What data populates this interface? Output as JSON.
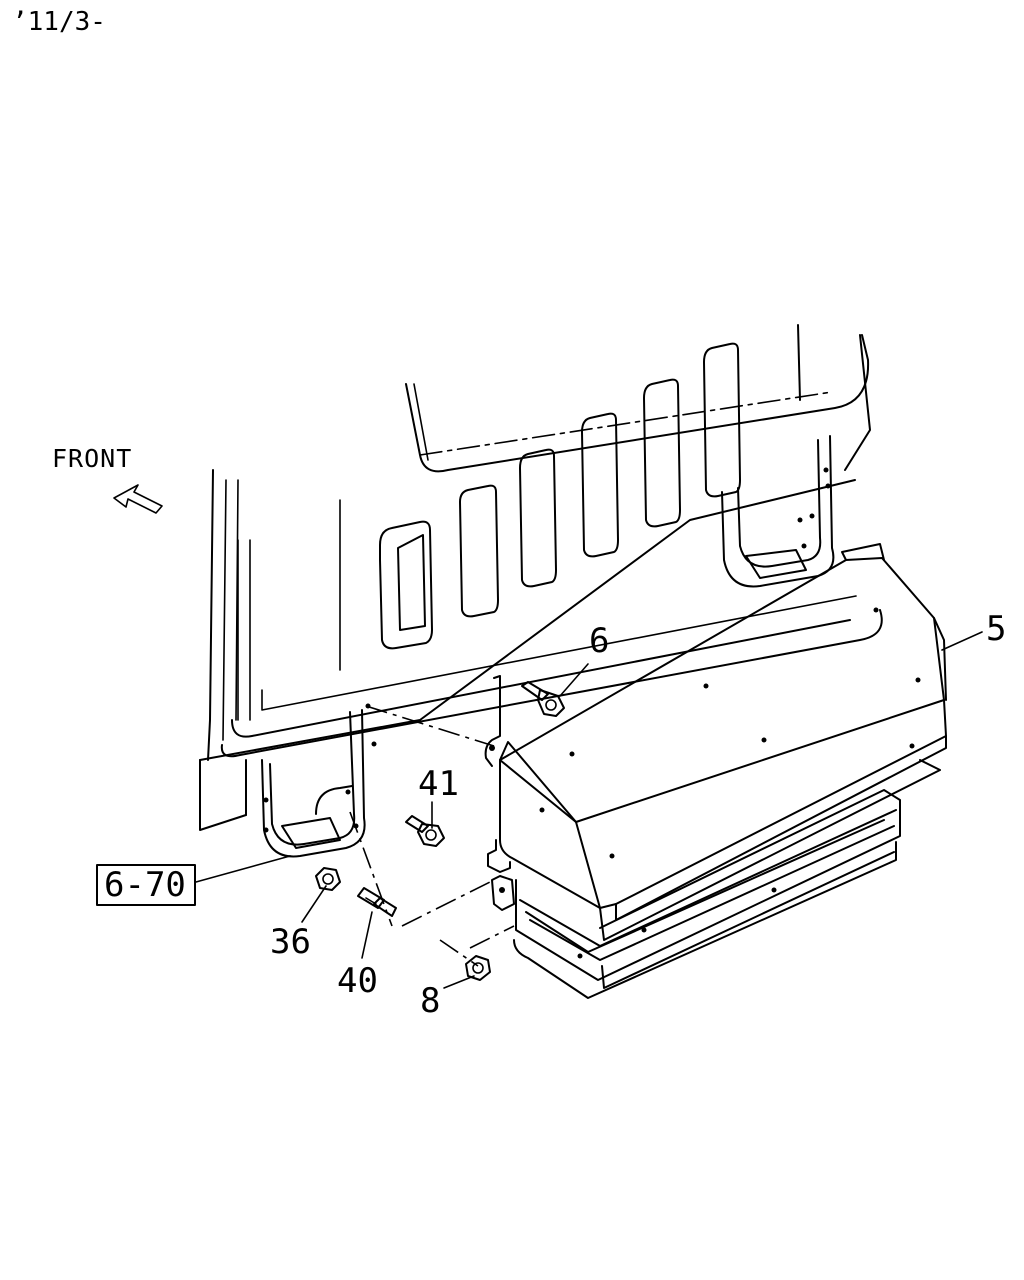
{
  "header": {
    "code": "’11/3-"
  },
  "front_label": "FRONT",
  "callouts": {
    "c5": "5",
    "c6": "6",
    "c41": "41",
    "c670": "6-70",
    "c36": "36",
    "c40": "40",
    "c8": "8"
  },
  "icons": [
    "front-arrow-icon"
  ]
}
